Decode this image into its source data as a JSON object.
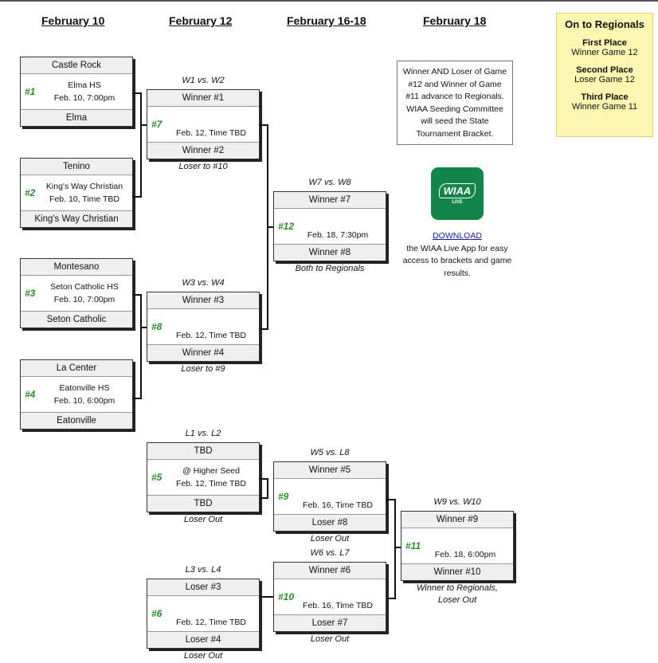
{
  "headers": [
    "February 10",
    "February 12",
    "February 16-18",
    "February 18"
  ],
  "games": {
    "g1": {
      "top": "Castle Rock",
      "num": "#1",
      "info": [
        "Elma HS",
        "Feb. 10, 7:00pm"
      ],
      "bottom": "Elma"
    },
    "g2": {
      "top": "Tenino",
      "num": "#2",
      "info": [
        "King's Way Christian",
        "Feb. 10, Time TBD"
      ],
      "bottom": "King's Way Christian"
    },
    "g3": {
      "top": "Montesano",
      "num": "#3",
      "info": [
        "Seton Catholic HS",
        "Feb. 10, 7:00pm"
      ],
      "bottom": "Seton Catholic"
    },
    "g4": {
      "top": "La Center",
      "num": "#4",
      "info": [
        "Eatonville HS",
        "Feb. 10, 6:00pm"
      ],
      "bottom": "Eatonville"
    },
    "g7": {
      "top": "Winner #1",
      "num": "#7",
      "info": [
        "Feb. 12, Time TBD"
      ],
      "bottom": "Winner #2",
      "above": "W1 vs. W2",
      "below": "Loser to #10"
    },
    "g8": {
      "top": "Winner #3",
      "num": "#8",
      "info": [
        "Feb. 12, Time TBD"
      ],
      "bottom": "Winner #4",
      "above": "W3 vs. W4",
      "below": "Loser to #9"
    },
    "g5": {
      "top": "TBD",
      "num": "#5",
      "info": [
        "@ Higher Seed",
        "Feb. 12, Time TBD"
      ],
      "bottom": "TBD",
      "above": "L1 vs. L2",
      "below": "Loser Out"
    },
    "g6": {
      "top": "Loser #3",
      "num": "#6",
      "info": [
        "Feb. 12, Time TBD"
      ],
      "bottom": "Loser #4",
      "above": "L3 vs. L4",
      "below": "Loser Out"
    },
    "g12": {
      "top": "Winner #7",
      "num": "#12",
      "info": [
        "Feb. 18, 7:30pm"
      ],
      "bottom": "Winner #8",
      "above": "W7 vs. W8",
      "below": "Both to Regionals"
    },
    "g9": {
      "top": "Winner #5",
      "num": "#9",
      "info": [
        "Feb. 16, Time TBD"
      ],
      "bottom": "Loser #8",
      "above": "W5 vs. L8",
      "below": "Loser Out"
    },
    "g10": {
      "top": "Winner #6",
      "num": "#10",
      "info": [
        "Feb. 16, Time TBD"
      ],
      "bottom": "Loser #7",
      "above": "W6 vs. L7",
      "below": "Loser Out"
    },
    "g11": {
      "top": "Winner #9",
      "num": "#11",
      "info": [
        "Feb. 18, 6:00pm"
      ],
      "bottom": "Winner #10",
      "above": "W9 vs. W10",
      "below": "Winner to Regionals,",
      "below2": "Loser Out"
    }
  },
  "note": "Winner AND Loser of Game #12 and Winner of Game #11 advance to Regionals. WIAA Seeding Committee will seed the State Tournament Bracket.",
  "regionals": {
    "title": "On to Regionals",
    "places": [
      {
        "label": "First Place",
        "value": "Winner Game 12"
      },
      {
        "label": "Second Place",
        "value": "Loser Game 12"
      },
      {
        "label": "Third Place",
        "value": "Winner Game 11"
      }
    ]
  },
  "app": {
    "logo": "WIAA",
    "sub": "LIVE",
    "link": "DOWNLOAD",
    "text": "the WIAA Live App for easy access to brackets and game results.",
    "icon": "wiaa-live-app-icon"
  }
}
